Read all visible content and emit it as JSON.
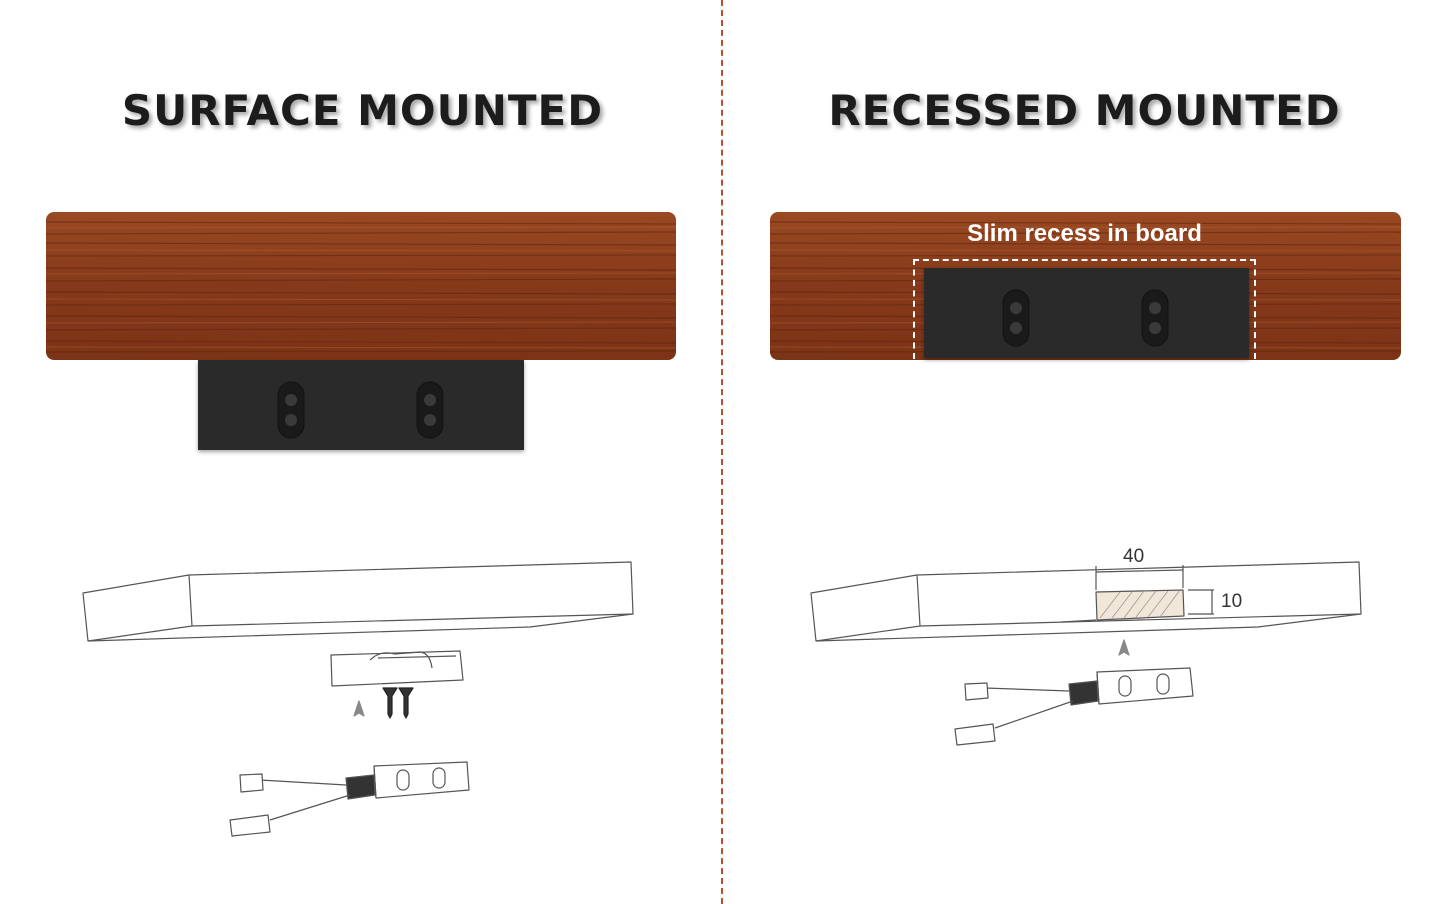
{
  "panels": {
    "surface": {
      "title": "SURFACE MOUNTED"
    },
    "recessed": {
      "title": "RECESSED MOUNTED",
      "recess_label": "Slim recess in board",
      "dimensions": {
        "width": "40",
        "depth": "10"
      }
    }
  },
  "colors": {
    "wood": "#8b3f1c",
    "block": "#2a2a2b",
    "divider": "#b8502f"
  }
}
